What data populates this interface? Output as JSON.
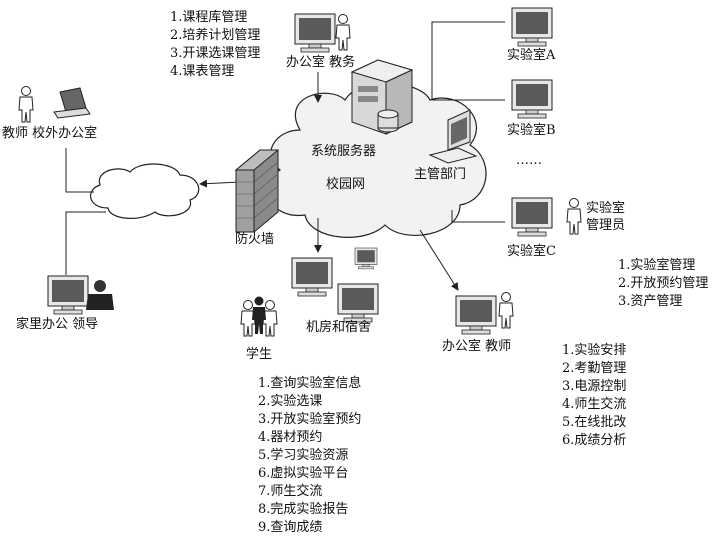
{
  "nodes": {
    "office_academic": "办公室 教务",
    "server": "系统服务器",
    "campus_net": "校园网",
    "admin_dept": "主管部门",
    "firewall": "防火墙",
    "teacher_off_campus": "教师 校外办公室",
    "home_leader": "家里办公 领导",
    "lab_rooms": "机房和宿舍",
    "student": "学生",
    "office_teacher": "办公室 教师",
    "lab_a": "实验室A",
    "lab_b": "实验室B",
    "lab_c": "实验室C",
    "ellipsis": "……",
    "lab_admin_line1": "实验室",
    "lab_admin_line2": "管理员"
  },
  "lists": {
    "academic": [
      "1.课程库管理",
      "2.培养计划管理",
      "3.开课选课管理",
      "4.课表管理"
    ],
    "lab_admin": [
      "1.实验室管理",
      "2.开放预约管理",
      "3.资产管理"
    ],
    "teacher": [
      "1.实验安排",
      "2.考勤管理",
      "3.电源控制",
      "4.师生交流",
      "5.在线批改",
      "6.成绩分析"
    ],
    "student": [
      "1.查询实验室信息",
      "2.实验选课",
      "3.开放实验室预约",
      "4.器材预约",
      "5.学习实验资源",
      "6.虚拟实验平台",
      "7.师生交流",
      "8.完成实验报告",
      "9.查询成绩"
    ]
  },
  "colors": {
    "line": "#222222",
    "cloud_fill": "#f2f2f2",
    "monitor_screen": "#5a5a5a"
  }
}
